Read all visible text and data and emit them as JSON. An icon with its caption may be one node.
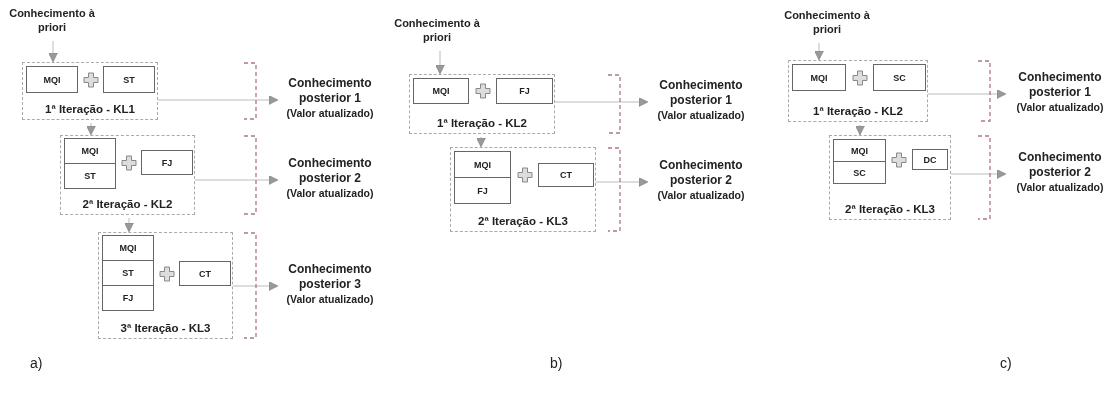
{
  "diagram": {
    "nodes": [
      {
        "text": [
          "Conhecimento à priori"
        ]
      },
      {
        "text": [
          "1ª Iteração - KL1"
        ]
      },
      {
        "text": [
          "MQI"
        ],
        "in": 1
      },
      {
        "text": [
          "ST"
        ],
        "in": 1
      },
      {
        "text": [
          "Conhecimento posterior 1",
          "(Valor atualizado)"
        ]
      },
      {
        "text": [
          "2ª Iteração - KL2"
        ]
      },
      {
        "text": [
          "MQI"
        ],
        "in": 5
      },
      {
        "text": [
          "ST"
        ],
        "in": 5
      },
      {
        "text": [
          "FJ"
        ],
        "in": 5
      },
      {
        "text": [
          "Conhecimento posterior 2",
          "(Valor atualizado)"
        ]
      },
      {
        "text": [
          "3ª Iteração - KL3"
        ]
      },
      {
        "text": [
          "MQI"
        ],
        "in": 10
      },
      {
        "text": [
          "ST"
        ],
        "in": 10
      },
      {
        "text": [
          "FJ"
        ],
        "in": 10
      },
      {
        "text": [
          "CT"
        ],
        "in": 10
      },
      {
        "text": [
          "Conhecimento posterior 3",
          "(Valor atualizado)"
        ]
      },
      {
        "text": [
          "Conhecimento à priori"
        ]
      },
      {
        "text": [
          "1ª Iteração - KL2"
        ]
      },
      {
        "text": [
          "MQI"
        ],
        "in": 17
      },
      {
        "text": [
          "FJ"
        ],
        "in": 17
      },
      {
        "text": [
          "Conhecimento posterior 1",
          "(Valor atualizado)"
        ]
      },
      {
        "text": [
          "2ª Iteração - KL3"
        ]
      },
      {
        "text": [
          "MQI"
        ],
        "in": 21
      },
      {
        "text": [
          "FJ"
        ],
        "in": 21
      },
      {
        "text": [
          "CT"
        ],
        "in": 21
      },
      {
        "text": [
          "Conhecimento posterior 2",
          "(Valor atualizado)"
        ]
      },
      {
        "text": [
          "Conhecimento à priori"
        ]
      },
      {
        "text": [
          "1ª Iteração - KL2"
        ]
      },
      {
        "text": [
          "MQI"
        ],
        "in": 27
      },
      {
        "text": [
          "SC"
        ],
        "in": 27
      },
      {
        "text": [
          "Conhecimento posterior 1",
          "(Valor atualizado)"
        ]
      },
      {
        "text": [
          "2ª Iteração - KL3"
        ]
      },
      {
        "text": [
          "MQI"
        ],
        "in": 31
      },
      {
        "text": [
          "SC"
        ],
        "in": 31
      },
      {
        "text": [
          "DC"
        ],
        "in": 31
      },
      {
        "text": [
          "Conhecimento posterior 2",
          "(Valor atualizado)"
        ]
      }
    ],
    "edges": [
      {
        "from": 0,
        "to": 1,
        "arrow": "to"
      },
      {
        "from": 1,
        "to": 4,
        "arrow": "to"
      },
      {
        "from": 1,
        "to": 5,
        "arrow": "to"
      },
      {
        "from": 5,
        "to": 9,
        "arrow": "to"
      },
      {
        "from": 5,
        "to": 10,
        "arrow": "to"
      },
      {
        "from": 10,
        "to": 15,
        "arrow": "to"
      },
      {
        "from": 16,
        "to": 17,
        "arrow": "to"
      },
      {
        "from": 17,
        "to": 20,
        "arrow": "to"
      },
      {
        "from": 17,
        "to": 21,
        "arrow": "to"
      },
      {
        "from": 21,
        "to": 25,
        "arrow": "to"
      },
      {
        "from": 26,
        "to": 27,
        "arrow": "to"
      },
      {
        "from": 27,
        "to": 30,
        "arrow": "to"
      },
      {
        "from": 27,
        "to": 31,
        "arrow": "to"
      },
      {
        "from": 31,
        "to": 35,
        "arrow": "to"
      }
    ],
    "labels": [
      "a)",
      "b)",
      "c)"
    ]
  }
}
